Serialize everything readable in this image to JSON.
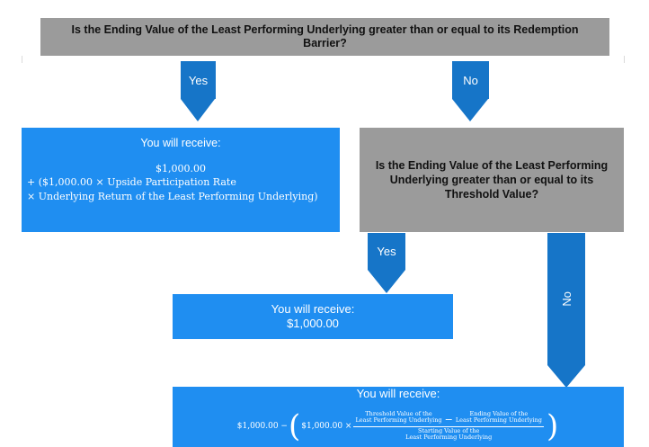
{
  "question_top": "Is the Ending Value of the Least Performing Underlying greater than or equal to its Redemption Barrier?",
  "arrows": {
    "yes_top": "Yes",
    "no_top": "No",
    "yes_mid": "Yes",
    "no_right": "No"
  },
  "box_participation": {
    "title": "You will receive:",
    "amount": "$1,000.00",
    "line1": "+ ($1,000.00 × Upside Participation Rate",
    "line2": "× Underlying Return of the Least Performing Underlying)"
  },
  "question_threshold": {
    "line1": "Is the Ending Value of the Least Performing",
    "line2": "Underlying greater than or equal to its",
    "line3": "Threshold Value?"
  },
  "box_par": {
    "title": "You will receive:",
    "amount": "$1,000.00"
  },
  "box_loss": {
    "title": "You will receive:",
    "lead": "$1,000.00 −",
    "inner_amount": "$1,000.00 ×",
    "threshold_l1": "Threshold Value of the",
    "threshold_l2": "Least Performing Underlying",
    "minus": "−",
    "ending_l1": "Ending Value of the",
    "ending_l2": "Least Performing Underlying",
    "starting_l1": "Starting Value of the",
    "starting_l2": "Least Performing Underlying"
  },
  "colors": {
    "box_blue": "#1f8ef1",
    "arrow_blue": "#1675c8",
    "question_gray": "#9b9b9b"
  }
}
